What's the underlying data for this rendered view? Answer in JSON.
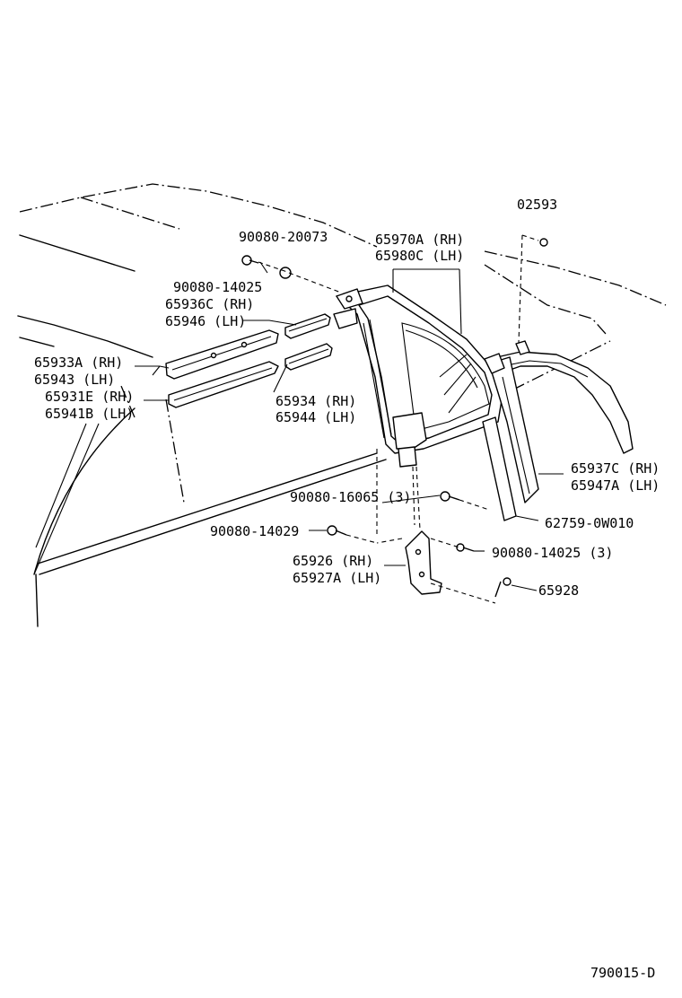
{
  "diagram_code": "790015-D",
  "labels": {
    "p02593": "02593",
    "p90080_20073": "90080-20073",
    "p65970A": "65970A (RH)",
    "p65980C": "65980C (LH)",
    "p90080_14025_a": "90080-14025",
    "p65936C": "65936C (RH)",
    "p65946": "65946  (LH)",
    "p65933A": "65933A (RH)",
    "p65943": "65943  (LH)",
    "p65931E": "65931E (RH)",
    "p65941B": "65941B (LH)",
    "p65934": "65934 (RH)",
    "p65944": "65944 (LH)",
    "p65937C": "65937C (RH)",
    "p65947A": "65947A (LH)",
    "p90080_16065": "90080-16065 (3)",
    "p62759": "62759-0W010",
    "p90080_14029": "90080-14029",
    "p90080_14025_b": "90080-14025 (3)",
    "p65926": "65926 (RH)",
    "p65927A": "65927A (LH)",
    "p65928": "65928"
  }
}
